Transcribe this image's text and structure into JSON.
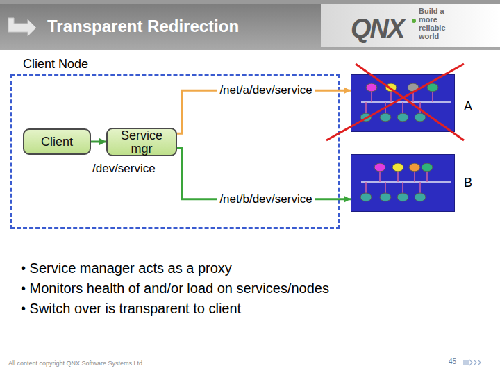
{
  "diagram": {
    "title": "Transparent Redirection",
    "nodes": [
      {
        "text": [
          "Client Node"
        ]
      },
      {
        "text": [
          "Client"
        ],
        "in": 0
      },
      {
        "text": [
          "Service mgr"
        ],
        "in": 0
      },
      {
        "text": [
          "A"
        ]
      },
      {
        "text": [
          "B"
        ]
      }
    ],
    "edges": [
      {
        "from": 1,
        "to": 2,
        "arrow": "to"
      },
      {
        "from": 2,
        "to": 3,
        "label": "/net/a/dev/service",
        "arrow": "to"
      },
      {
        "from": 2,
        "to": 4,
        "label": "/net/b/dev/service",
        "arrow": "to"
      }
    ],
    "labels": [
      "/dev/service",
      "• Service manager acts as a proxy",
      "• Monitors health of and/or load on services/nodes",
      "• Switch over is transparent to client",
      "QNX",
      "Build a more reliable world",
      "All content copyright QNX Software Systems Ltd.",
      "45"
    ]
  }
}
